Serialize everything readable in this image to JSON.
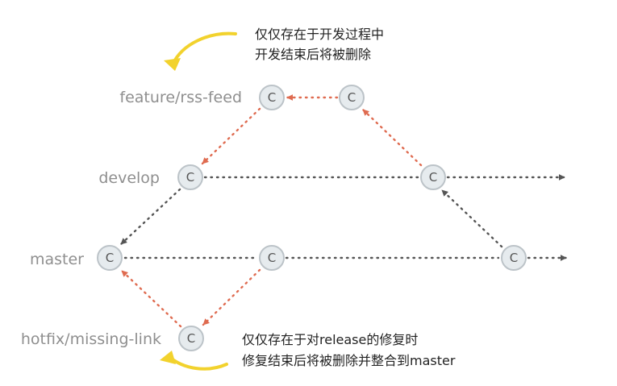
{
  "colors": {
    "main_line": "#555555",
    "temp_line": "#df6b50",
    "commit_fill": "#e6ebee",
    "commit_stroke": "#bcc3c8",
    "label": "#8f8f8f",
    "note": "#222222",
    "highlight_arrow": "#f2d22d"
  },
  "branches": {
    "feature": "feature/rss-feed",
    "develop": "develop",
    "master": "master",
    "hotfix": "hotfix/missing-link"
  },
  "commits": {
    "feature_1": "C",
    "feature_2": "C",
    "develop_1": "C",
    "develop_2": "C",
    "master_1": "C",
    "master_2": "C",
    "master_3": "C",
    "hotfix_1": "C"
  },
  "notes": {
    "feature": {
      "line1": "仅仅存在于开发过程中",
      "line2": "开发结束后将被删除"
    },
    "hotfix": {
      "line1": "仅仅存在于对release的修复时",
      "line2": "修复结束后将被删除并整合到master"
    }
  }
}
